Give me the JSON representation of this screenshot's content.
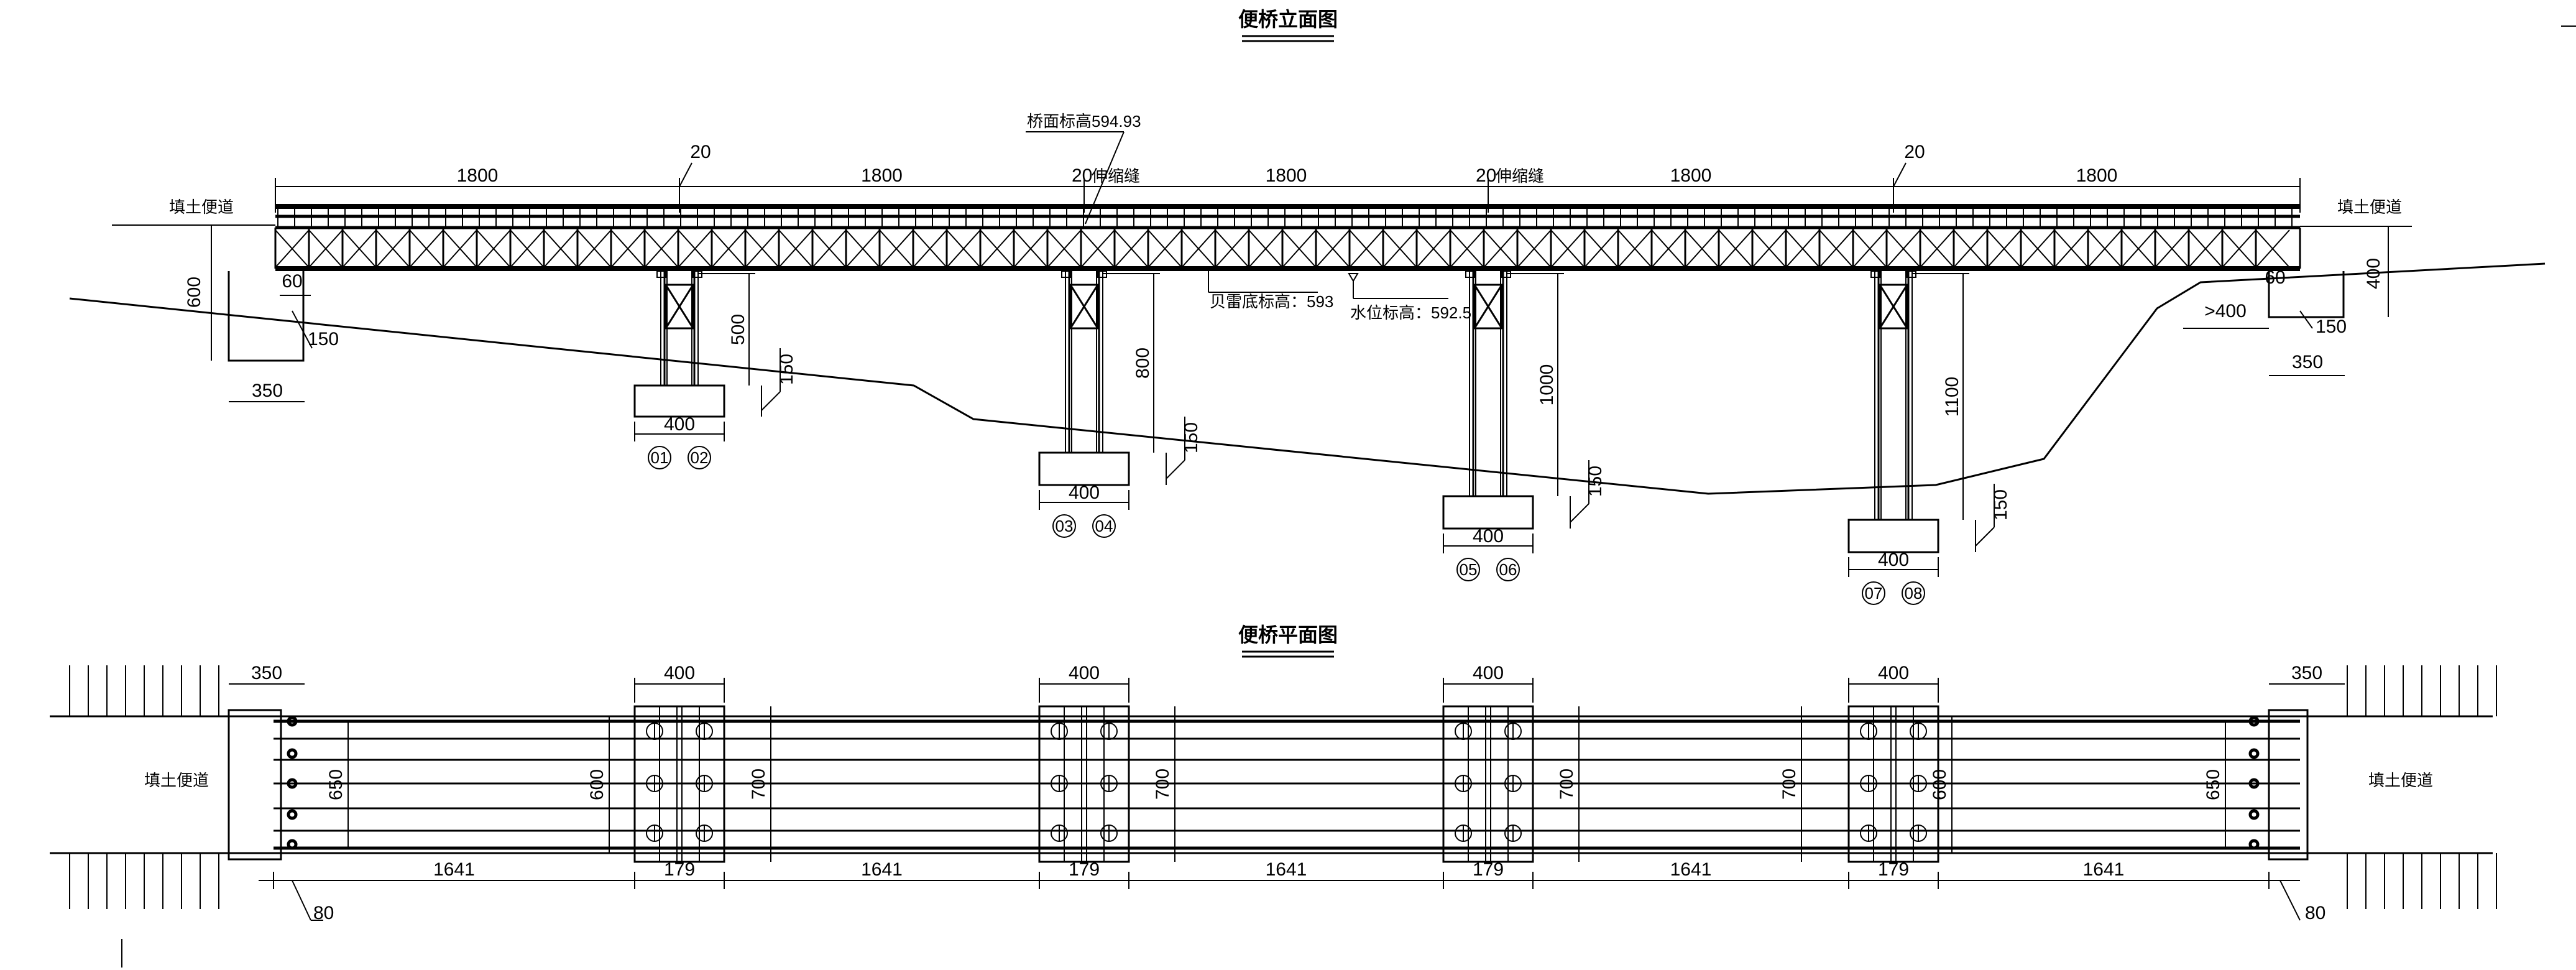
{
  "titles": {
    "elevation": "便桥立面图",
    "plan": "便桥平面图"
  },
  "labels": {
    "fill_road": "填土便道",
    "deck_elevation": "桥面标高594.93",
    "beam_bottom": "贝雷底标高：593",
    "water_level": "水位标高：592.5",
    "expansion_joint": "伸缩缝"
  },
  "elevation": {
    "span_lengths": [
      "1800",
      "1800",
      "1800",
      "1800",
      "1800"
    ],
    "gaps": [
      "20",
      "20",
      "20",
      "20"
    ],
    "left_abutment": {
      "height": "600",
      "offset": "60",
      "depth": "150",
      "width": "350"
    },
    "right_abutment": {
      "height": "400",
      "offset": "60",
      "depth": "150",
      "width": "350",
      "clearance": ">400"
    },
    "piers": [
      {
        "height": "500",
        "footing_height": "150",
        "footing_width": "400",
        "ids": [
          "01",
          "02"
        ]
      },
      {
        "height": "800",
        "footing_height": "150",
        "footing_width": "400",
        "ids": [
          "03",
          "04"
        ]
      },
      {
        "height": "1000",
        "footing_height": "150",
        "footing_width": "400",
        "ids": [
          "05",
          "06"
        ]
      },
      {
        "height": "1100",
        "footing_height": "150",
        "footing_width": "400",
        "ids": [
          "07",
          "08"
        ]
      }
    ]
  },
  "plan": {
    "abutment_width": "350",
    "pier_width": "400",
    "span_clear": [
      "1641",
      "1641",
      "1641",
      "1641",
      "1641"
    ],
    "pier_gap": [
      "179",
      "179",
      "179",
      "179"
    ],
    "deck_width_outer": "650",
    "deck_width_inner": "600",
    "pier_length": "700",
    "edge_offset": "80"
  }
}
